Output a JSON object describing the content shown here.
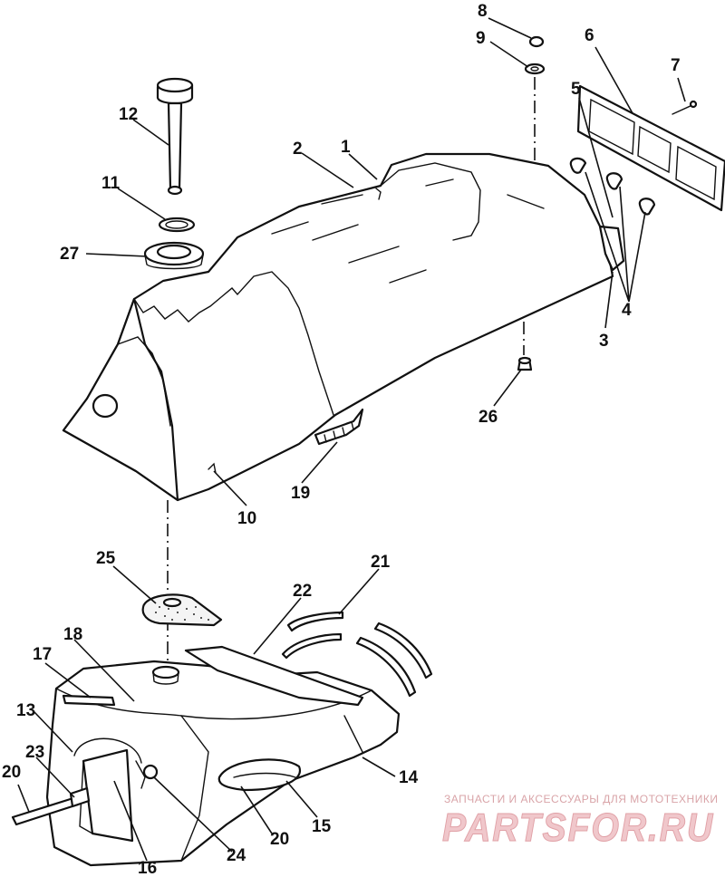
{
  "diagram": {
    "callouts": [
      {
        "id": "8",
        "label": "8"
      },
      {
        "id": "9",
        "label": "9"
      },
      {
        "id": "6",
        "label": "6"
      },
      {
        "id": "7",
        "label": "7"
      },
      {
        "id": "5",
        "label": "5"
      },
      {
        "id": "12",
        "label": "12"
      },
      {
        "id": "2",
        "label": "2"
      },
      {
        "id": "1",
        "label": "1"
      },
      {
        "id": "11",
        "label": "11"
      },
      {
        "id": "27",
        "label": "27"
      },
      {
        "id": "4",
        "label": "4"
      },
      {
        "id": "3",
        "label": "3"
      },
      {
        "id": "26",
        "label": "26"
      },
      {
        "id": "19",
        "label": "19"
      },
      {
        "id": "10",
        "label": "10"
      },
      {
        "id": "25",
        "label": "25"
      },
      {
        "id": "21",
        "label": "21"
      },
      {
        "id": "22",
        "label": "22"
      },
      {
        "id": "18",
        "label": "18"
      },
      {
        "id": "17",
        "label": "17"
      },
      {
        "id": "13",
        "label": "13"
      },
      {
        "id": "14",
        "label": "14"
      },
      {
        "id": "23",
        "label": "23"
      },
      {
        "id": "20a",
        "label": "20"
      },
      {
        "id": "20b",
        "label": "20"
      },
      {
        "id": "15",
        "label": "15"
      },
      {
        "id": "24",
        "label": "24"
      },
      {
        "id": "16",
        "label": "16"
      }
    ]
  },
  "watermark": {
    "tagline": "ЗАПЧАСТИ И АКСЕССУАРЫ ДЛЯ МОТОТЕХНИКИ",
    "brand": "PARTSFOR.RU"
  }
}
